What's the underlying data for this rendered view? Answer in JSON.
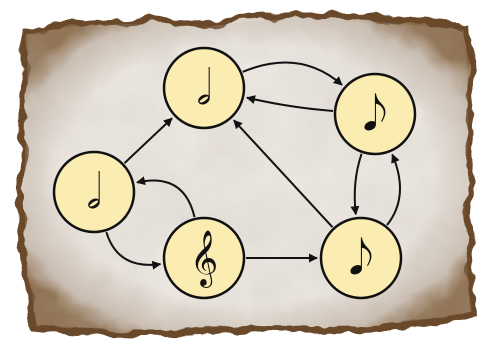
{
  "colors": {
    "background": "#ffffff",
    "parchment": "#ece7e2",
    "parchment_edge": "#6b4a2a",
    "node_fill": "#fbecb2",
    "node_stroke": "#111111",
    "edge": "#111111"
  },
  "nodes": [
    {
      "id": "n1",
      "glyph": "𝅗𝅥",
      "icon": "quarter-note-flag-left-icon"
    },
    {
      "id": "n2",
      "glyph": "𝅗𝅥",
      "icon": "half-note-icon"
    },
    {
      "id": "n3",
      "glyph": "𝅘𝅥𝅮",
      "icon": "eighth-note-icon"
    },
    {
      "id": "n4",
      "glyph": "𝄞",
      "icon": "treble-clef-icon"
    },
    {
      "id": "n5",
      "glyph": "𝅘𝅥𝅮",
      "icon": "beamed-notes-icon"
    }
  ],
  "edges": [
    {
      "from": "n1",
      "to": "n2"
    },
    {
      "from": "n1",
      "to": "n4"
    },
    {
      "from": "n4",
      "to": "n1"
    },
    {
      "from": "n2",
      "to": "n3"
    },
    {
      "from": "n3",
      "to": "n2"
    },
    {
      "from": "n3",
      "to": "n5"
    },
    {
      "from": "n5",
      "to": "n3"
    },
    {
      "from": "n4",
      "to": "n5"
    },
    {
      "from": "n5",
      "to": "n2"
    }
  ]
}
